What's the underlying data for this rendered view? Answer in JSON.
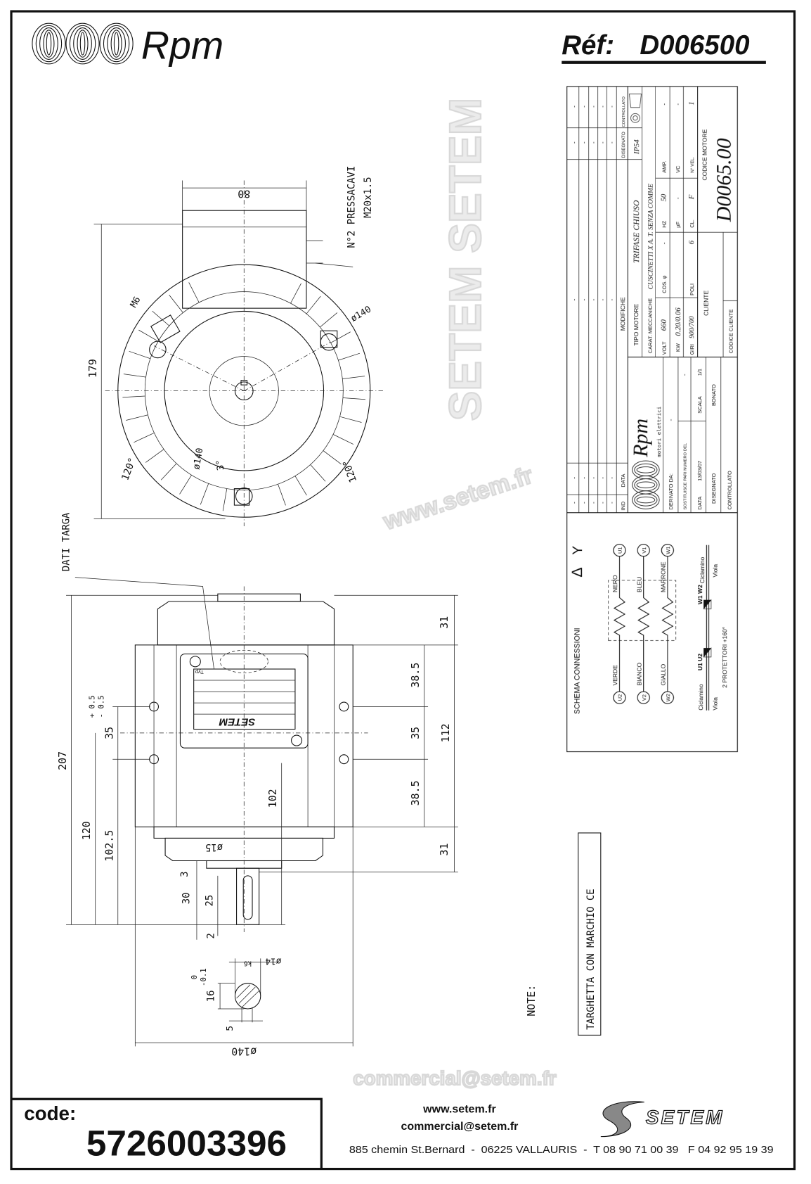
{
  "header": {
    "brand": "Rpm",
    "ref_label": "Réf:",
    "ref_value": "D006500"
  },
  "drawing": {
    "top_width": "80",
    "cable_glands": "N°2 PRESSACAVI",
    "cable_gland_size": "M20x1.5",
    "thread": "M6",
    "fixing_circle_top": "ø140",
    "height_179": "179",
    "angle_left": "120°",
    "angle_right": "120°",
    "fixing_circle_bottom": "ø140",
    "angle_small": "3°",
    "nameplate_label": "DATI TARGA",
    "total_length": "207",
    "len_120": "120",
    "len_102_5": "102.5",
    "len_35_left": "35",
    "tol_plus": "+ 0.5",
    "tol_minus": "- 0.5",
    "right_31_top": "31",
    "right_38_5_top": "38.5",
    "right_35": "35",
    "right_112": "112",
    "right_38_5_bottom": "38.5",
    "right_31_bottom": "31",
    "len_102": "102",
    "spigot_dia": "ø15",
    "dim_3": "3",
    "dim_30": "30",
    "dim_25": "25",
    "dim_2": "2",
    "key_16": "16",
    "key_tol_0": "0",
    "key_tol_m": "-0.1",
    "shaft_dia": "ø14",
    "shaft_fit": "k6",
    "key_width": "5",
    "body_dia": "ø140",
    "nameplate": {
      "typ": "Typ",
      "brand": "SETEM"
    },
    "notes_label": "NOTE:",
    "ce_label": "TARGHETTA CON MARCHIO CE"
  },
  "title_block": {
    "modifiche": {
      "ind": "IND",
      "data": "DATA",
      "modifiche": "MODIFICHE",
      "disegnato": "DISEGNATO",
      "controllato": "CONTROLLATO",
      "empty": "-"
    },
    "tipo_motore_label": "TIPO MOTORE",
    "tipo_motore": "TRIFASE CHIUSO",
    "ip": "IP54",
    "carat_label": "CARAT. MECCANICHE",
    "carat": "CUSCINETTI X A. T. SENZA COMME",
    "volt_label": "VOLT",
    "volt": "660",
    "cos_label": "COS. φ",
    "cos": "-",
    "hz_label": "HZ",
    "hz": "50",
    "amp_label": "AMP.",
    "amp": "-",
    "kw_label": "KW",
    "kw": "0.20/0.06",
    "uf_label": "µF",
    "uf": "-",
    "vc_label": "VC",
    "vc": "-",
    "giri_label": "GIRI",
    "giri": "900/700",
    "poli_label": "POLI",
    "poli": "6",
    "cl_label": "CL.",
    "cl": "F",
    "vel_label": "N° VEL.",
    "vel": "1",
    "cliente_label": "CLIENTE",
    "codice_cliente_label": "CODICE CLIENTE",
    "codice_motore_label": "CODICE MOTORE",
    "codice_motore": "D0065.00",
    "logo_brand": "Rpm",
    "logo_sub": "motori elettrici",
    "derivato_label": "DERIVATO DA:",
    "derivato": "-",
    "sostituisce_label": "SOSTITUISCE PARI NUMERO DEL",
    "sostituisce": "-",
    "data_label": "DATA",
    "data": "13/03/07",
    "scala_label": "SCALA",
    "scala": "1/1",
    "disegnato_label": "DISEGNATO",
    "disegnato": "BONATO",
    "controllato_label": "CONTROLLATO"
  },
  "schema": {
    "title": "SCHEMA CONNESSIONI",
    "delta": "Δ",
    "star": "Y",
    "rows": [
      {
        "start": "U2",
        "start_color": "VERDE",
        "end_color": "NERO",
        "end": "U1"
      },
      {
        "start": "V2",
        "start_color": "BIANCO",
        "end_color": "BLEU",
        "end": "V1"
      },
      {
        "start": "W2",
        "start_color": "GIALLO",
        "end_color": "MARRONE",
        "end": "W1"
      }
    ],
    "prot_left_top": "Ciclamino",
    "prot_left_terms": "U1 U2",
    "prot_right_terms": "W1 W2",
    "prot_right_top": "Ciclamino",
    "prot_left_bottom": "Viola",
    "prot_right_bottom": "Viola",
    "protectors": "2 PROTETTORI +160°"
  },
  "watermark": {
    "line1": "www.setem.fr",
    "line2": "SETEM SETEM",
    "line3": "commercial@setem.fr"
  },
  "footer": {
    "code_label": "code:",
    "code": "5726003396",
    "website": "www.setem.fr",
    "email": "commercial@setem.fr",
    "address": "885 chemin St.Bernard  -  06225 VALLAURIS  -  T 08 90 71 00 39   F 04 92 95 19 39",
    "company_logo": "SETEM"
  }
}
